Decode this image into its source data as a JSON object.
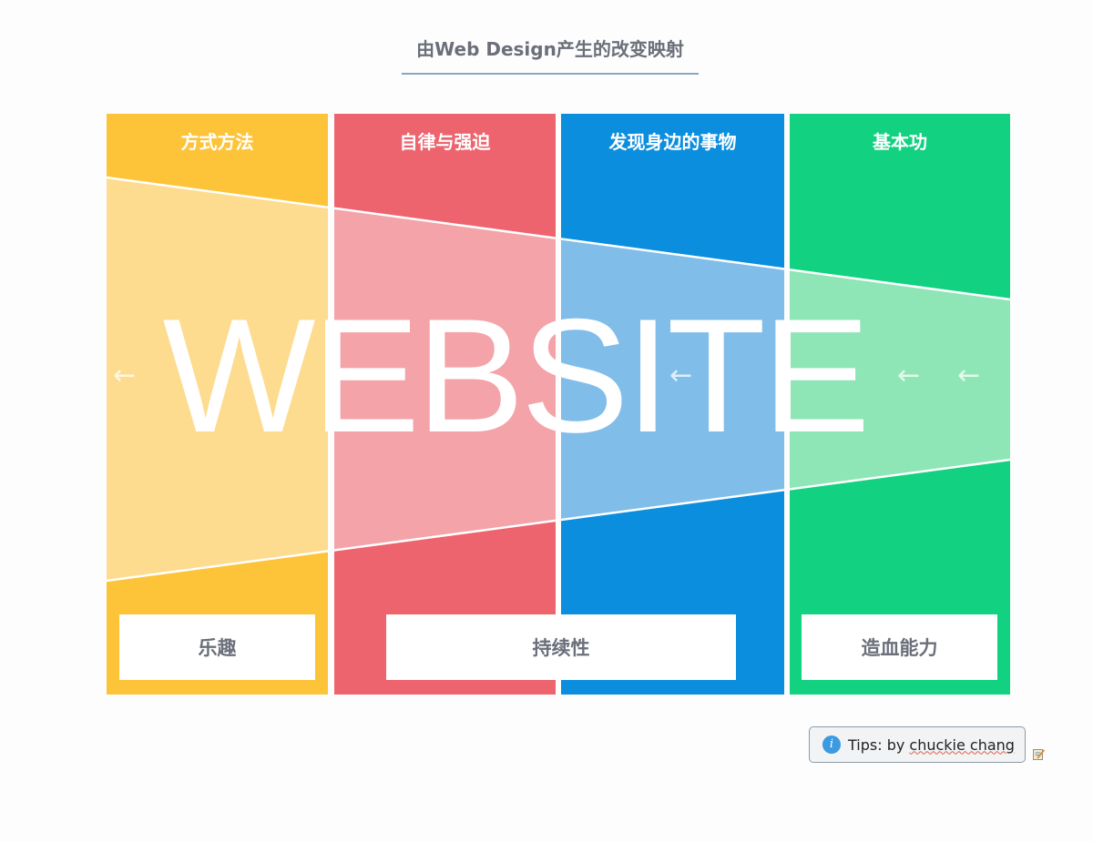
{
  "title": "由Web Design产生的改变映射",
  "columns": [
    {
      "label": "方式方法",
      "color": "#fdc43a"
    },
    {
      "label": "自律与强迫",
      "color": "#ed646e"
    },
    {
      "label": "发现身边的事物",
      "color": "#0c8ede"
    },
    {
      "label": "基本功",
      "color": "#12d180"
    }
  ],
  "center_text": "WEBSITE",
  "arrow_glyph": "←",
  "outcomes": [
    "乐趣",
    "持续性",
    "造血能力"
  ],
  "tips": {
    "prefix": "Tips: by ",
    "author": "chuckie chang",
    "icon": "info-icon"
  }
}
